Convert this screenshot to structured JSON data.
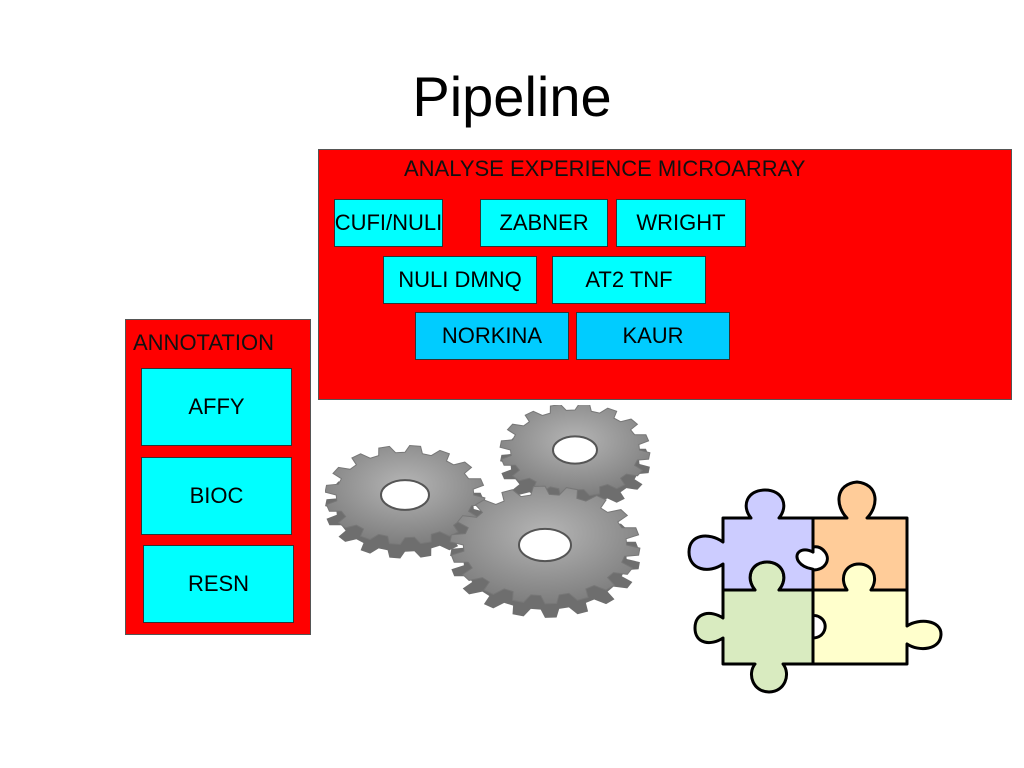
{
  "slide": {
    "title": "Pipeline",
    "microarray": {
      "label": "ANALYSE EXPERIENCE MICROARRAY",
      "items": [
        "CUFI/NULI",
        "ZABNER",
        "WRIGHT",
        "NULI DMNQ",
        "AT2 TNF",
        "NORKINA",
        "KAUR"
      ]
    },
    "annotation": {
      "label": "ANNOTATION",
      "items": [
        "AFFY",
        "BIOC",
        "RESN"
      ]
    }
  },
  "colors": {
    "panel": "#ff0000",
    "box": "#00ffff",
    "box_alt": "#00ccff",
    "gear": "#9a9a9a",
    "puzzle_purple": "#ccccff",
    "puzzle_orange": "#ffcc99",
    "puzzle_green": "#d9ebc0",
    "puzzle_yellow": "#ffffcc"
  },
  "icons": [
    "gears-clipart",
    "puzzle-pieces-clipart"
  ]
}
